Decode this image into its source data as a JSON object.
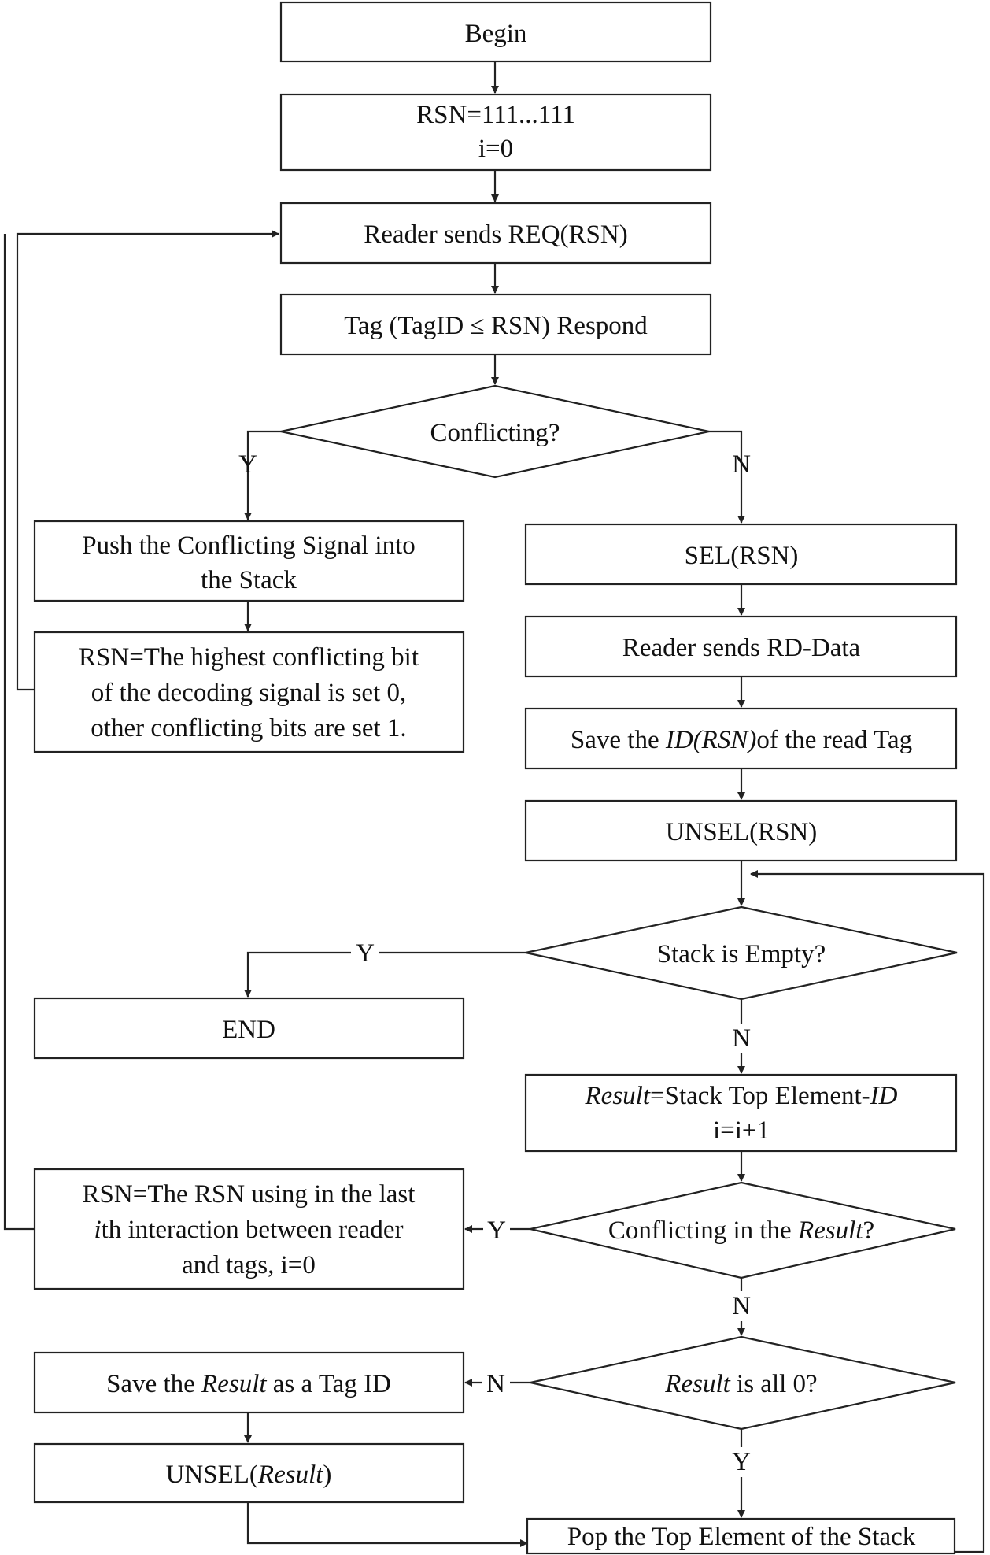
{
  "nodes": {
    "begin": {
      "line1": "Begin"
    },
    "init": {
      "line1": "RSN=111...111",
      "line2": "i=0"
    },
    "req": {
      "line1": "Reader sends REQ(RSN)"
    },
    "tag_respond": {
      "line1": "Tag (TagID ≤ RSN) Respond"
    },
    "conflicting": {
      "line1": "Conflicting?"
    },
    "push": {
      "line1": "Push the Conflicting Signal into",
      "line2": "the Stack"
    },
    "rsn_highest": {
      "line1": "RSN=The highest conflicting bit",
      "line2": "of the decoding signal is set 0,",
      "line3": "other conflicting bits are set 1."
    },
    "sel": {
      "line1": "SEL(RSN)"
    },
    "read_data": {
      "line1": "Reader sends RD-Data"
    },
    "save_id": {
      "pre": "Save the ",
      "italic": "ID(RSN)",
      "post": "of the read Tag"
    },
    "unsel_rsn": {
      "line1": "UNSEL(RSN)"
    },
    "stack_empty": {
      "line1": "Stack is Empty?"
    },
    "end": {
      "line1": "END"
    },
    "result_top": {
      "italic": "Result",
      "mid": "=Stack Top Element-",
      "italic2": "ID",
      "line2": "i=i+1"
    },
    "rsn_last": {
      "line1": "RSN=The RSN using in the last",
      "italic": "i",
      "line2_rest": "th interaction between reader",
      "line3": "and tags, i=0"
    },
    "conflicting_result": {
      "pre": "Conflicting in the ",
      "italic": "Result",
      "post": "?"
    },
    "result_zero": {
      "italic": "Result",
      "post": " is all 0?"
    },
    "save_result": {
      "pre": "Save the ",
      "italic": "Result",
      "post": " as a Tag ID"
    },
    "unsel_result": {
      "pre": "UNSEL(",
      "italic": "Result",
      "post": ")"
    },
    "pop": {
      "line1": "Pop the Top Element of the Stack"
    }
  },
  "branch_labels": {
    "conflicting_yes": "Y",
    "conflicting_no": "N",
    "stack_empty_yes": "Y",
    "stack_empty_no": "N",
    "conflicting_result_yes": "Y",
    "conflicting_result_no": "N",
    "result_zero_no": "N",
    "result_zero_yes": "Y"
  }
}
